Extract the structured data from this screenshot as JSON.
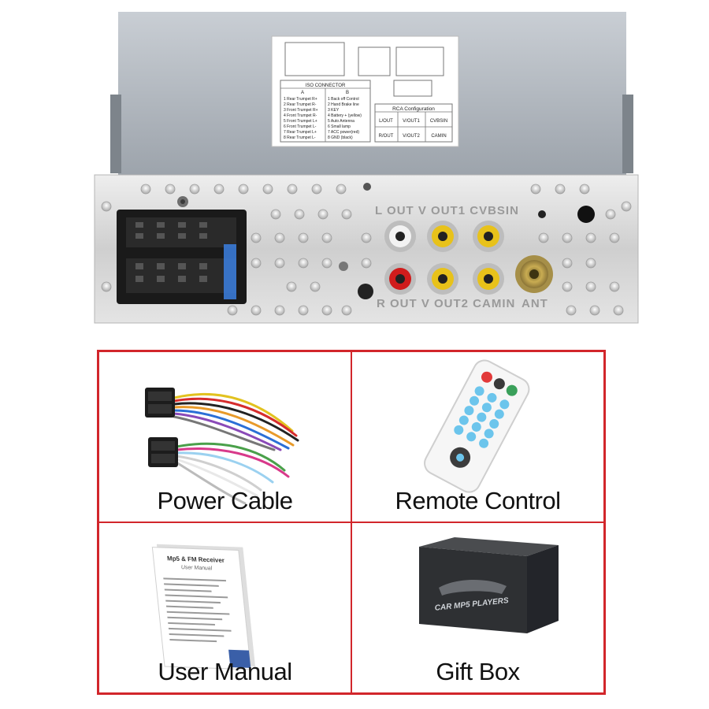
{
  "unit": {
    "iso_connector_title": "ISO CONNECTOR",
    "iso_col_a": "A",
    "iso_col_b": "B",
    "iso_rows_a": [
      "Rear Trumpet R+",
      "Rear Trumpet R-",
      "Front Trumpet R+",
      "Front Trumpet R-",
      "Front Trumpet L+",
      "Front Trumpet L-",
      "Rear Trumpet L+",
      "Rear Trumpet L-"
    ],
    "iso_rows_b": [
      "Back off Control",
      "Hand Brake line",
      "KEY",
      "Battery + (yellow)",
      "Auto Antenna",
      "Small lamp",
      "ACC power(red)",
      "GND (black)"
    ],
    "rca_title": "RCA Configuration",
    "rca_row1": [
      "L/OUT",
      "V/OUT1",
      "CVBSIN"
    ],
    "rca_row2": [
      "R/OUT",
      "V/OUT2",
      "CAMIN"
    ],
    "etched_top": "L OUT  V OUT1  CVBSIN",
    "etched_bottom": "R OUT  V OUT2  CAMIN",
    "etched_ant": "ANT"
  },
  "items": [
    {
      "label": "Power Cable",
      "icon": "power-cable-icon"
    },
    {
      "label": "Remote Control",
      "icon": "remote-control-icon"
    },
    {
      "label": "User Manual",
      "icon": "user-manual-icon",
      "cover_title": "Mp5 & FM Receiver",
      "cover_subtitle": "User Manual"
    },
    {
      "label": "Gift Box",
      "icon": "gift-box-icon",
      "box_text": "CAR MP5 PLAYERS"
    }
  ],
  "colors": {
    "frame_red": "#d2262b",
    "rca_red": "#d01c1c",
    "rca_yellow": "#e8c21a",
    "remote_blue": "#6cc5ec"
  }
}
